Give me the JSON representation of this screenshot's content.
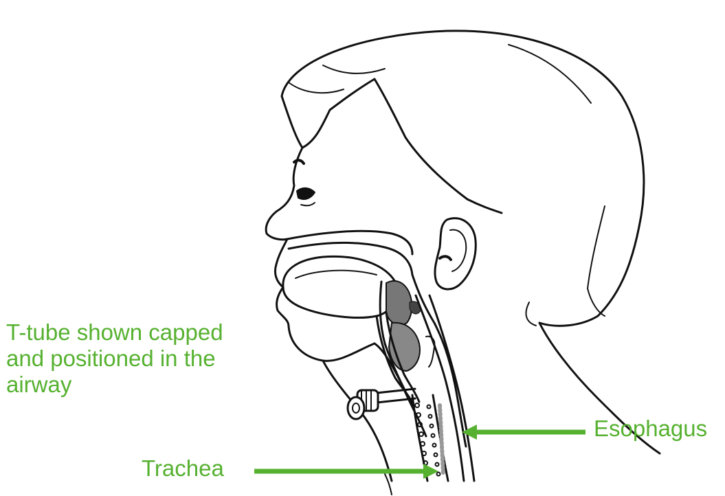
{
  "labels": {
    "caption_lines": [
      "T-tube shown capped",
      "and positioned in the",
      "airway"
    ],
    "esophagus": "Esophagus",
    "trachea": "Trachea"
  },
  "colors": {
    "annotation": "#56b130",
    "line_art": "#111111",
    "background": "#ffffff"
  }
}
